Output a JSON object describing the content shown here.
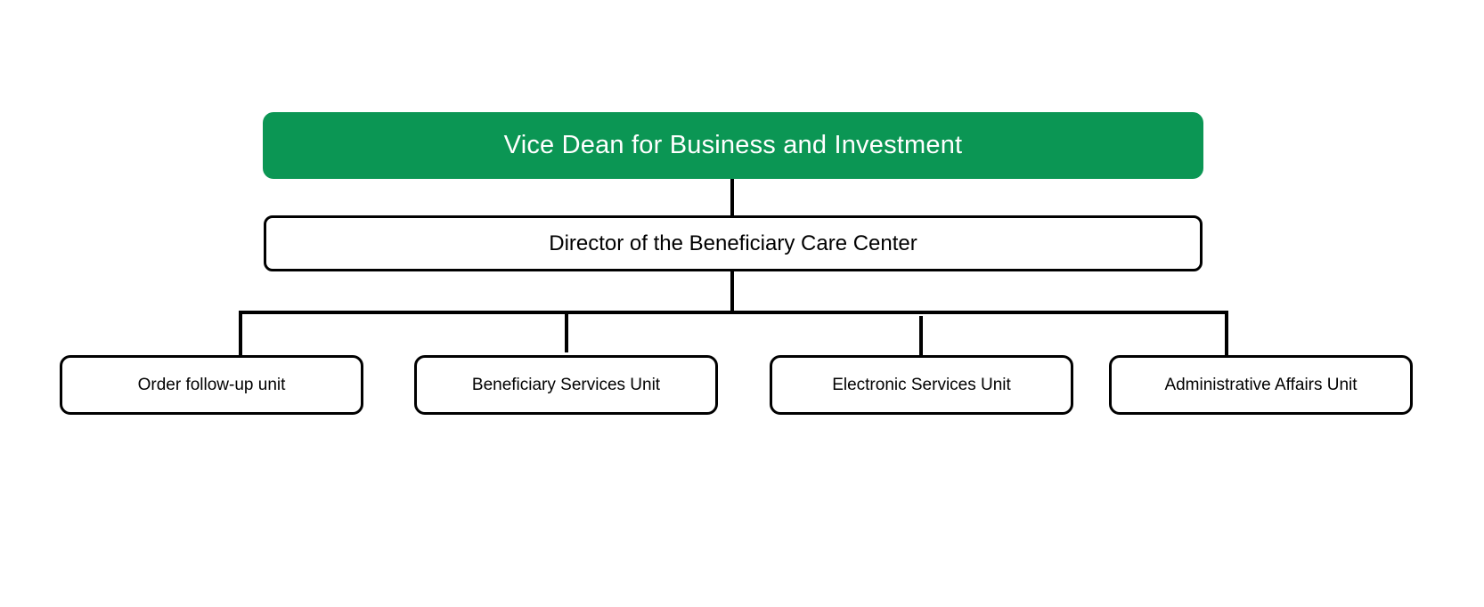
{
  "chart": {
    "top_node": {
      "label": "Vice Dean for Business and Investment",
      "color": "#0b9654"
    },
    "middle_node": {
      "label": "Director of the Beneficiary Care Center"
    },
    "units": [
      {
        "label": "Order follow-up unit"
      },
      {
        "label": "Beneficiary Services Unit"
      },
      {
        "label": "Electronic Services Unit"
      },
      {
        "label": "Administrative Affairs Unit"
      }
    ]
  }
}
